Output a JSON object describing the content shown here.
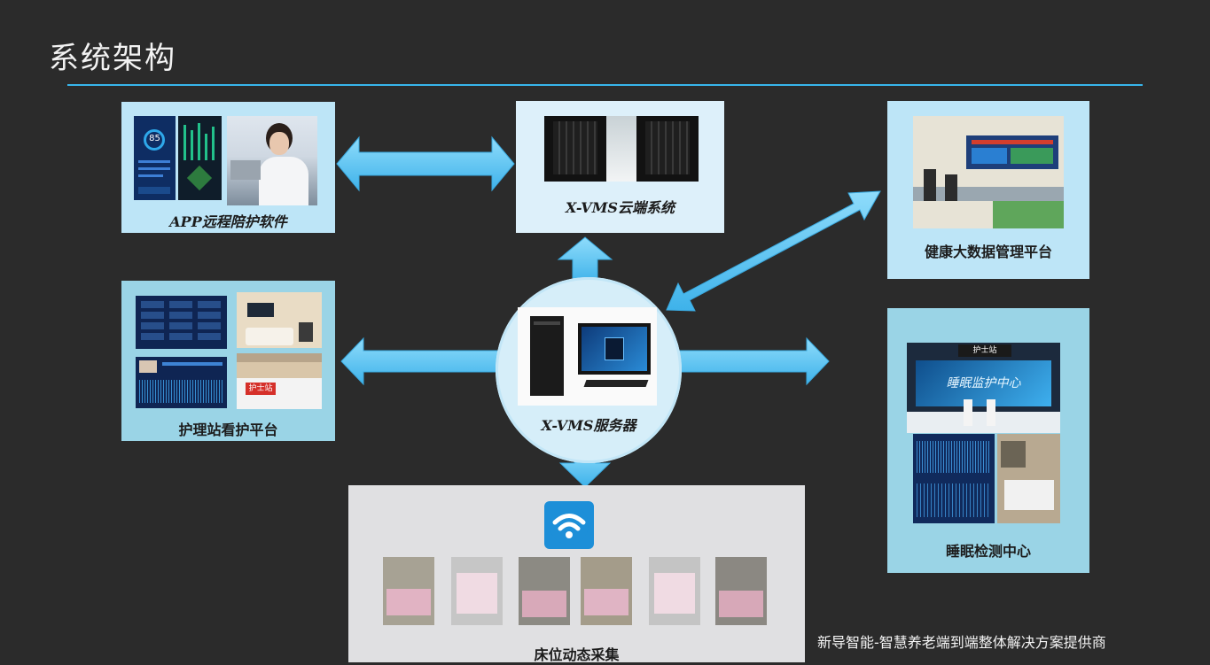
{
  "page": {
    "title": "系统架构",
    "footer": "新导智能-智慧养老端到端整体解决方案提供商"
  },
  "nodes": {
    "app": {
      "label": "APP远程陪护软件",
      "phone_value": "85"
    },
    "cloud": {
      "label": "X-VMS云端系统"
    },
    "health": {
      "label": "健康大数据管理平台"
    },
    "nurse": {
      "label": "护理站看护平台",
      "sign": "护士站"
    },
    "server": {
      "label": "X-VMS服务器"
    },
    "sleep": {
      "label": "睡眠检测中心",
      "sign": "护士站",
      "screen_text": "睡眠监护中心"
    },
    "bed": {
      "label": "床位动态采集"
    }
  },
  "colors": {
    "accent": "#38b6ec",
    "arrow": "#5cc8f2",
    "background": "#2b2b2b"
  }
}
